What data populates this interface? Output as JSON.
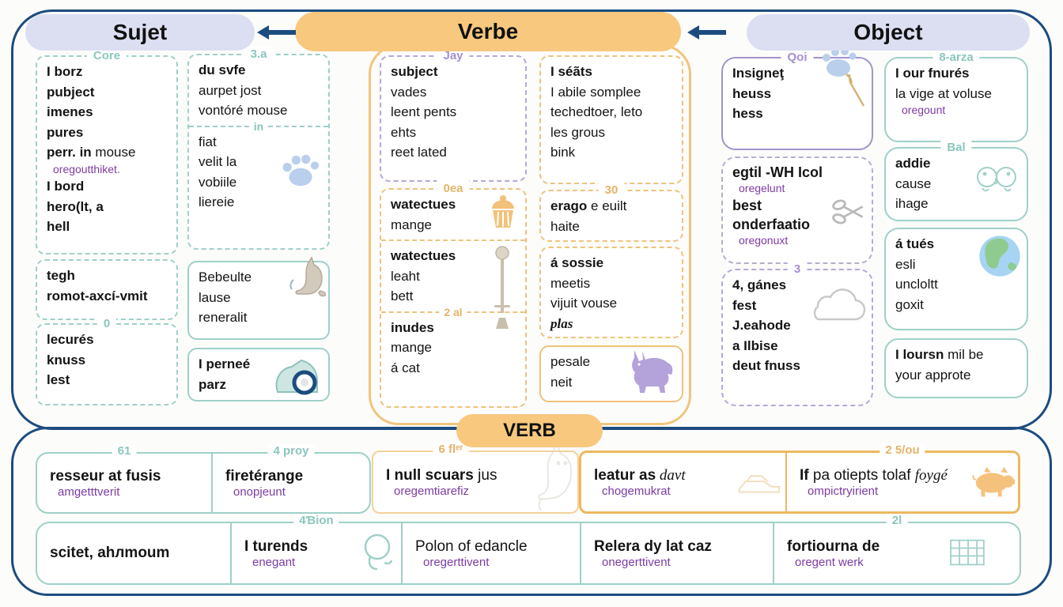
{
  "colors": {
    "navy": "#1c4c7f",
    "lavender_pill": "#dcdff2",
    "orange_pill": "#f7c87e",
    "teal_border": "#9ed0c8",
    "purple_border": "#b7a6d9",
    "orange_border": "#efc27c",
    "purple_note_text": "#7c3ba3"
  },
  "header": {
    "sujet": "Sujet",
    "verbe": "Verbe",
    "object": "Object",
    "verb": "VERB"
  },
  "sujet": {
    "a1": {
      "label": "Core",
      "l1": "I borz",
      "l2": "pubject",
      "l3": "imenes",
      "l4": "pures",
      "l5b": "perr. in",
      "l5r": " mouse",
      "note": "oregoutthiket.",
      "l6": "I bord",
      "l7": "hero(lt, a",
      "l8": "hell"
    },
    "a2": {
      "l1": "tegh",
      "l2": "romot-axcí-vmit"
    },
    "a3": {
      "label": "0",
      "l1": "lecurés",
      "l2": "knuss",
      "l3": "lest"
    },
    "b1": {
      "label": "3.a",
      "l1": "du svfe",
      "l2": "aurpet jost",
      "l3": "vontóré mouse",
      "div": "in",
      "l4": "fiat",
      "l5": "velit la",
      "l6": "vobiile",
      "l7": "liereie"
    },
    "b2": {
      "l1": "Bebeulte",
      "l2": "lause",
      "l3": "reneralit"
    },
    "b3": {
      "l1": "I perneé",
      "l2": "parz"
    }
  },
  "verbe": {
    "c1": {
      "label": "Jay",
      "l1": "subject",
      "l2": "vades",
      "l3": "leent pents",
      "l4": "ehts",
      "l5": "reet lated"
    },
    "c2": {
      "label": "0ea",
      "p1l1": "watectues",
      "p1l2": "mange",
      "p2l1": "watectues",
      "p2l2": "leaht",
      "p2l3": "bett",
      "div": "2 al",
      "p3l1": "inudes",
      "p3l2": "mange",
      "p3l3": "á cat"
    },
    "d1": {
      "l1": "I séãts",
      "l2": "I abile somplee",
      "l3": "techedtoer, leto",
      "l4": "les grous",
      "l5": "bink"
    },
    "d2": {
      "label": "30",
      "l1b": "erago",
      "l1r": " e euilt",
      "l2": "haite"
    },
    "d3": {
      "l1": "á sossie",
      "l2": "meetis",
      "l3": "vijuit vouse",
      "l4": "plas"
    },
    "d4": {
      "l1": "pesale",
      "l2": "neit"
    }
  },
  "object": {
    "e1": {
      "label": "Qoi",
      "l1": "Insigneţ",
      "l2": "heuss",
      "l3": "hess"
    },
    "e2": {
      "l1": "egtil -WH Icol",
      "n1": "oregelunt",
      "l2": "best",
      "l3": "onderfaatio",
      "n2": "oregonuxt"
    },
    "e3": {
      "label": "3",
      "l1": "4, gánes",
      "l2": "fest",
      "l3": "J.eahode",
      "l4": "a Ilbise",
      "l5": "deut fnuss"
    },
    "f1": {
      "label": "8-arza",
      "l1": "I our fnurés",
      "l2": "la vige at voluse",
      "note": "oregount"
    },
    "f2": {
      "label": "Bal",
      "l1": "addie",
      "l2": "cause",
      "l3": "ihage"
    },
    "f3": {
      "l1": "á tués",
      "l2": "esli",
      "l3": "uncloltt",
      "l4": "goxit"
    },
    "f4": {
      "l1b": "I loursn",
      "l1r": " mil be",
      "l2": "your approte"
    }
  },
  "bottom": {
    "r1c1": {
      "label": "61",
      "main": "resseur at fusis",
      "note": "amgetttverit"
    },
    "r1c2": {
      "label": "4 proy",
      "main": "firetérange",
      "note": "onopjeunt"
    },
    "r1c3": {
      "label": "6 flᵉʳ",
      "mainb": "I null scuars",
      "mainr": " jus",
      "note": "oregemtiarefiz"
    },
    "r1c4": {
      "mainb": "leatur as",
      "maini": " davt",
      "note": "chogemukrat"
    },
    "r1c5": {
      "label": "2 5/ou",
      "mainb": "If",
      "mainr": " pa otiepts tolaf ",
      "maini": "foygé",
      "note": "ompictryirient"
    },
    "r2c1": {
      "main": "scitet, ahᴫmoum"
    },
    "r2c2": {
      "label": "4Ɓion",
      "main": "I turends",
      "note": "enegant"
    },
    "r2c3": {
      "main": "Polon of edancle",
      "note": "oregerttivent"
    },
    "r2c4": {
      "main": "Relera dy lat caz",
      "note": "onegerttivent"
    },
    "r2c5": {
      "label": "2l",
      "main": "fortiourna de",
      "note": "oregent werk"
    }
  },
  "icons": [
    "paw-icon",
    "cat-icon",
    "mouse-device-icon",
    "cupcake-icon",
    "lamppost-icon",
    "donkey-icon",
    "paw-wand-icon",
    "scissors-icon",
    "cloud-icon",
    "birds-icon",
    "globe-icon",
    "cat-sketch-icon",
    "car-sketch-icon",
    "pig-icon",
    "balloon-icon",
    "grid-icon",
    "left-arrow-icon"
  ]
}
